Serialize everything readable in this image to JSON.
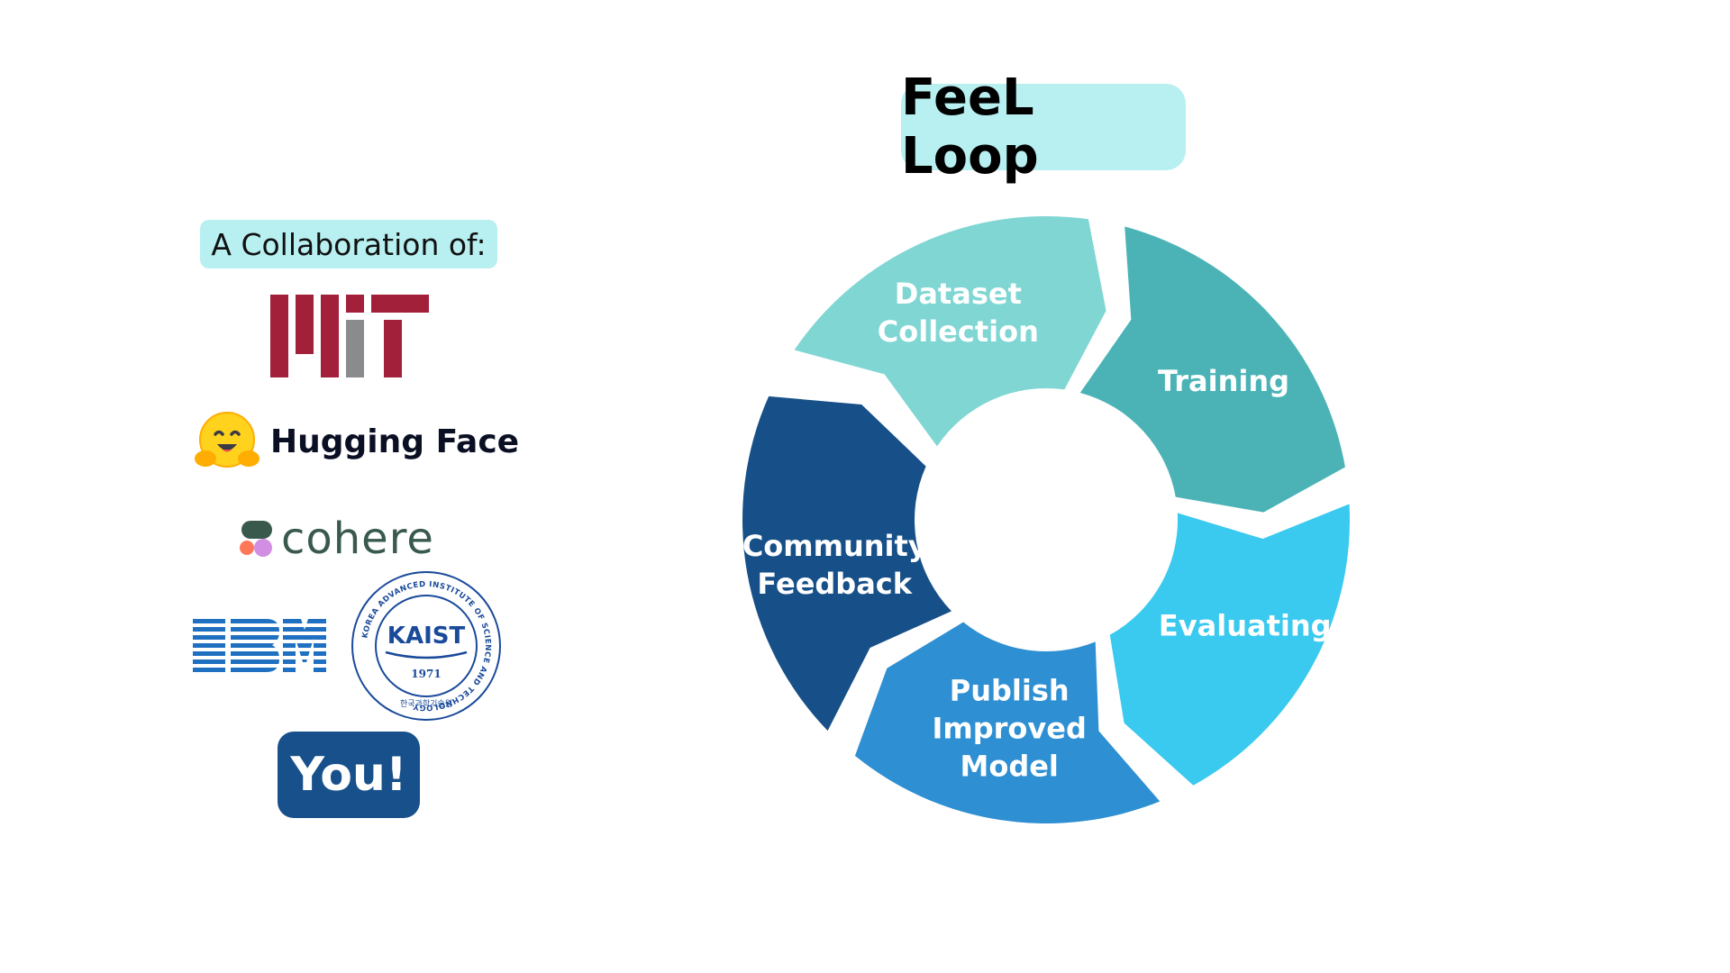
{
  "title": "FeeL Loop",
  "collaboration": {
    "header": "A Collaboration of:",
    "partners": {
      "mit": "MIT",
      "hugging_face": "Hugging Face",
      "cohere": "cohere",
      "ibm": "IBM",
      "kaist": "KAIST",
      "kaist_year": "1971",
      "kaist_ring_text": "KOREA ADVANCED INSTITUTE OF SCIENCE AND TECHNOLOGY",
      "kaist_korean": "한국과학기술원"
    },
    "you": "You!"
  },
  "cycle": {
    "stages": [
      {
        "lines": [
          "Dataset",
          "Collection"
        ],
        "color": "#7fd6d3"
      },
      {
        "lines": [
          "Training"
        ],
        "color": "#4bb3b6"
      },
      {
        "lines": [
          "Evaluating"
        ],
        "color": "#3ac9ef"
      },
      {
        "lines": [
          "Publish",
          "Improved",
          "Model"
        ],
        "color": "#2e8fd2"
      },
      {
        "lines": [
          "Community",
          "Feedback"
        ],
        "color": "#175088"
      }
    ]
  },
  "colors": {
    "title_bg": "#b8eff0",
    "you_bg": "#17508a",
    "mit_red": "#a3203a",
    "mit_grey": "#8a8b8c",
    "ibm_blue": "#1f70c1",
    "kaist_blue": "#1a4a9a",
    "cohere_green": "#39594d"
  }
}
